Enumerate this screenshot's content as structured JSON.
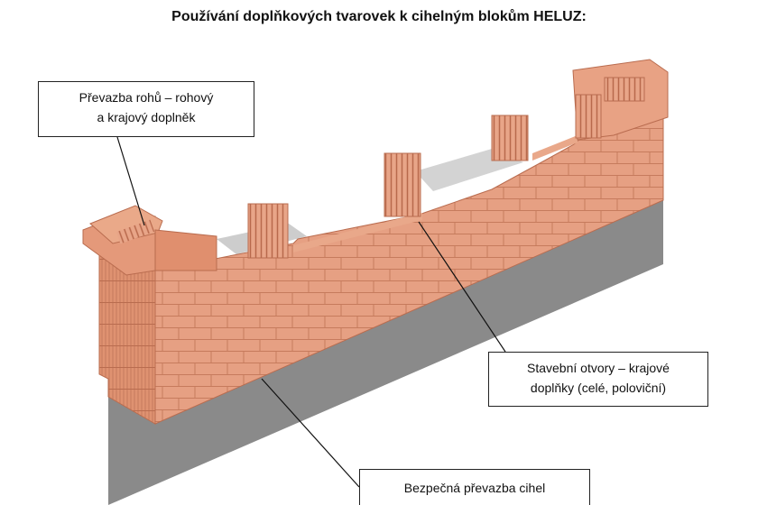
{
  "title": "Používání doplňkových tvarovek k cihelným blokům HELUZ:",
  "callouts": {
    "corner": {
      "line1": "Převazba rohů – rohový",
      "line2": "a krajový doplněk"
    },
    "openings": {
      "line1": "Stavební otvory – krajové",
      "line2": "doplňky (celé, poloviční)"
    },
    "bond": {
      "line1": "Bezpečná převazba cihel"
    }
  },
  "colors": {
    "brick": "#e49a7a",
    "brick_dark": "#c97a5c",
    "concrete": "#8d8d8d",
    "slab": "#cfcfcf"
  }
}
